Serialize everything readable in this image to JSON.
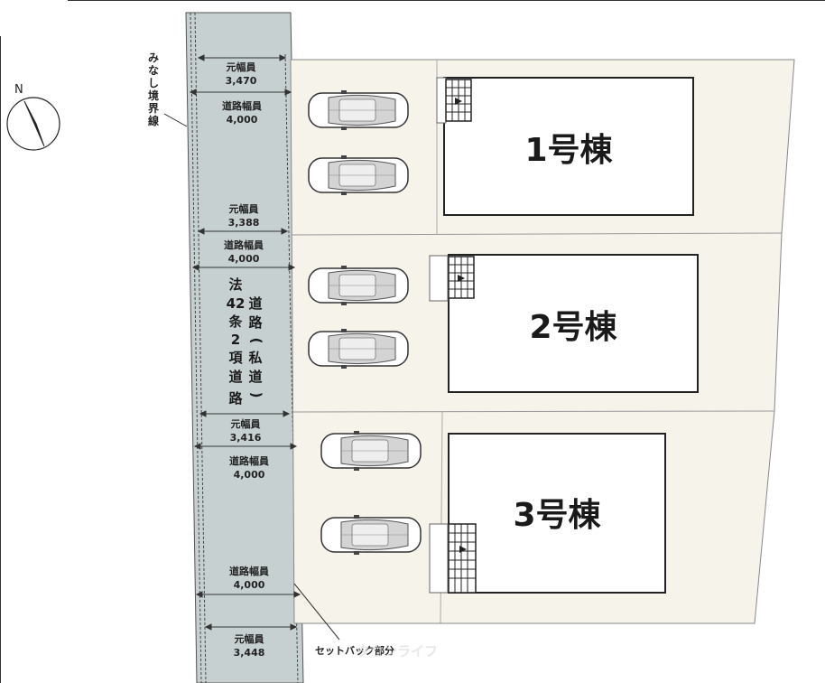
{
  "north": {
    "label": "N"
  },
  "boundary_note": "みなし境界線",
  "road_name": {
    "col1": [
      "法",
      "42",
      "条",
      "2",
      "項",
      "道",
      "路"
    ],
    "col2": [
      "道",
      "路",
      "(",
      "私",
      "道",
      ")"
    ]
  },
  "dimensions": [
    {
      "label": "元幅員",
      "value": "3,470"
    },
    {
      "label": "道路幅員",
      "value": "4,000"
    },
    {
      "label": "元幅員",
      "value": "3,388"
    },
    {
      "label": "道路幅員",
      "value": "4,000"
    },
    {
      "label": "元幅員",
      "value": "3,416"
    },
    {
      "label": "道路幅員",
      "value": "4,000"
    },
    {
      "label": "道路幅員",
      "value": "4,000"
    },
    {
      "label": "元幅員",
      "value": "3,448"
    }
  ],
  "buildings": [
    {
      "label": "1号棟"
    },
    {
      "label": "2号棟"
    },
    {
      "label": "3号棟"
    }
  ],
  "setback_note": "セットバック部分",
  "watermark": "タウンライフ",
  "colors": {
    "road": "#c7d0d1",
    "lot": "#f5f3ea",
    "building": "#ffffff",
    "line": "#333333"
  }
}
